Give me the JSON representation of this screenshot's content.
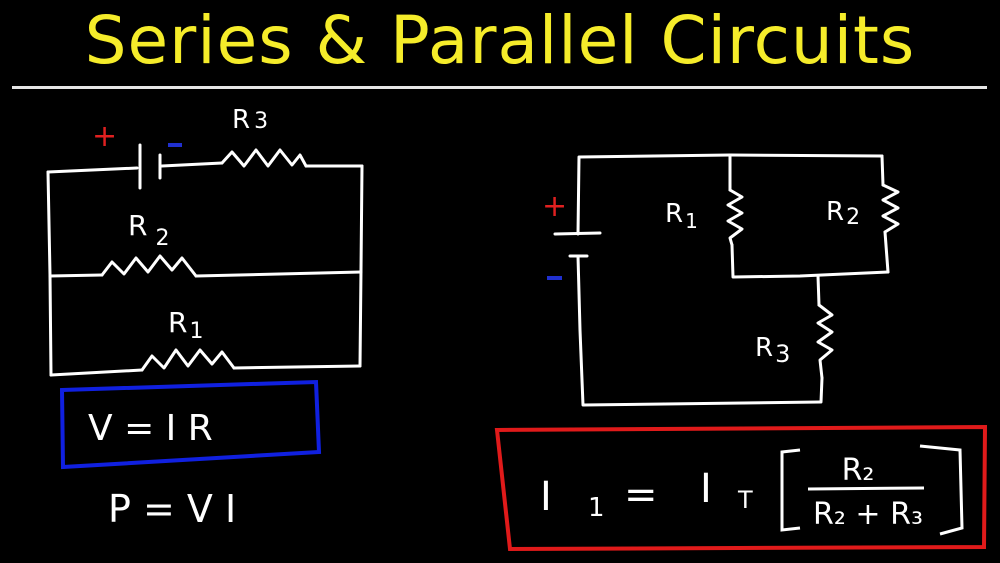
{
  "title": "Series & Parallel Circuits",
  "colors": {
    "background": "#000000",
    "title": "#f5ec2a",
    "wire": "#ffffff",
    "positive": "#e02020",
    "negative": "#2030d0",
    "formula_box_left": "#1020e0",
    "formula_box_right": "#e01a1a"
  },
  "left_circuit": {
    "battery": {
      "positive_label": "+",
      "negative_label": "-"
    },
    "resistors": [
      {
        "label": "R",
        "subscript": "3"
      },
      {
        "label": "R",
        "subscript": "2"
      },
      {
        "label": "R",
        "subscript": "1"
      }
    ]
  },
  "right_circuit": {
    "battery": {
      "positive_label": "+",
      "negative_label": "-"
    },
    "resistors": [
      {
        "label": "R",
        "subscript": "1"
      },
      {
        "label": "R",
        "subscript": "2"
      },
      {
        "label": "R",
        "subscript": "3"
      }
    ]
  },
  "formulas": {
    "ohms_law": "V = I R",
    "power": "P = V I",
    "current_divider": {
      "lhs": "I",
      "lhs_sub": "1",
      "equals": "=",
      "factor": "I",
      "factor_sub": "T",
      "numerator": "R₂",
      "denominator": "R₂ + R₃"
    }
  }
}
